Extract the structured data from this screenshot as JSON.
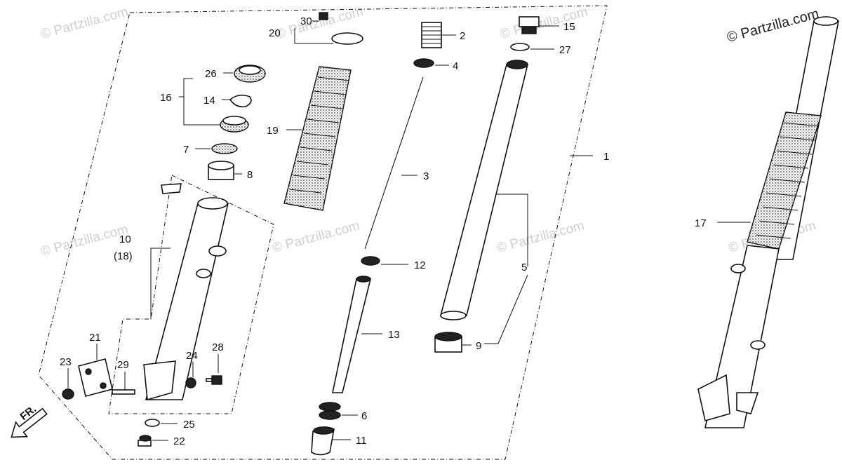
{
  "watermarks": {
    "faint": "© Partzilla.com",
    "corner": "© Partzilla.com"
  },
  "front_arrow": "FR.",
  "callouts": {
    "c1": "1",
    "c2": "2",
    "c3": "3",
    "c4": "4",
    "c5": "5",
    "c6": "6",
    "c7": "7",
    "c8": "8",
    "c9": "9",
    "c10": "10",
    "c10b": "(18)",
    "c11": "11",
    "c12": "12",
    "c13": "13",
    "c14": "14",
    "c15": "15",
    "c16": "16",
    "c17": "17",
    "c19": "19",
    "c20": "20",
    "c21": "21",
    "c22": "22",
    "c23": "23",
    "c24": "24",
    "c25": "25",
    "c26": "26",
    "c27": "27",
    "c28": "28",
    "c29": "29",
    "c30": "30"
  },
  "colors": {
    "ink": "#111111",
    "watermark": "#cfcfcf",
    "paper": "#ffffff"
  }
}
